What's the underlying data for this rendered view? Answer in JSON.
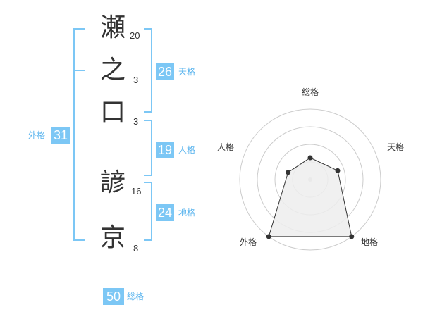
{
  "name": {
    "chars": [
      {
        "char": "瀬",
        "strokes": "20"
      },
      {
        "char": "之",
        "strokes": "3"
      },
      {
        "char": "口",
        "strokes": "3"
      },
      {
        "char": "諺",
        "strokes": "16"
      },
      {
        "char": "京",
        "strokes": "8"
      }
    ]
  },
  "fortunes": {
    "tenkaku": {
      "value": "26",
      "label": "天格"
    },
    "jinkaku": {
      "value": "19",
      "label": "人格"
    },
    "chikaku": {
      "value": "24",
      "label": "地格"
    },
    "gaikaku": {
      "value": "31",
      "label": "外格"
    },
    "soukaku": {
      "value": "50",
      "label": "総格"
    }
  },
  "radar": {
    "labels": {
      "top": "総格",
      "right": "天格",
      "left": "人格",
      "bottom_left": "外格",
      "bottom_right": "地格"
    },
    "levels": 4,
    "scores": {
      "soukaku": 0.31,
      "tenkaku": 0.41,
      "chikaku": 1.0,
      "gaikaku": 1.0,
      "jinkaku": 0.33
    },
    "fill_color": "#ededed",
    "ring_color": "#cccccc",
    "line_color": "#333333"
  }
}
